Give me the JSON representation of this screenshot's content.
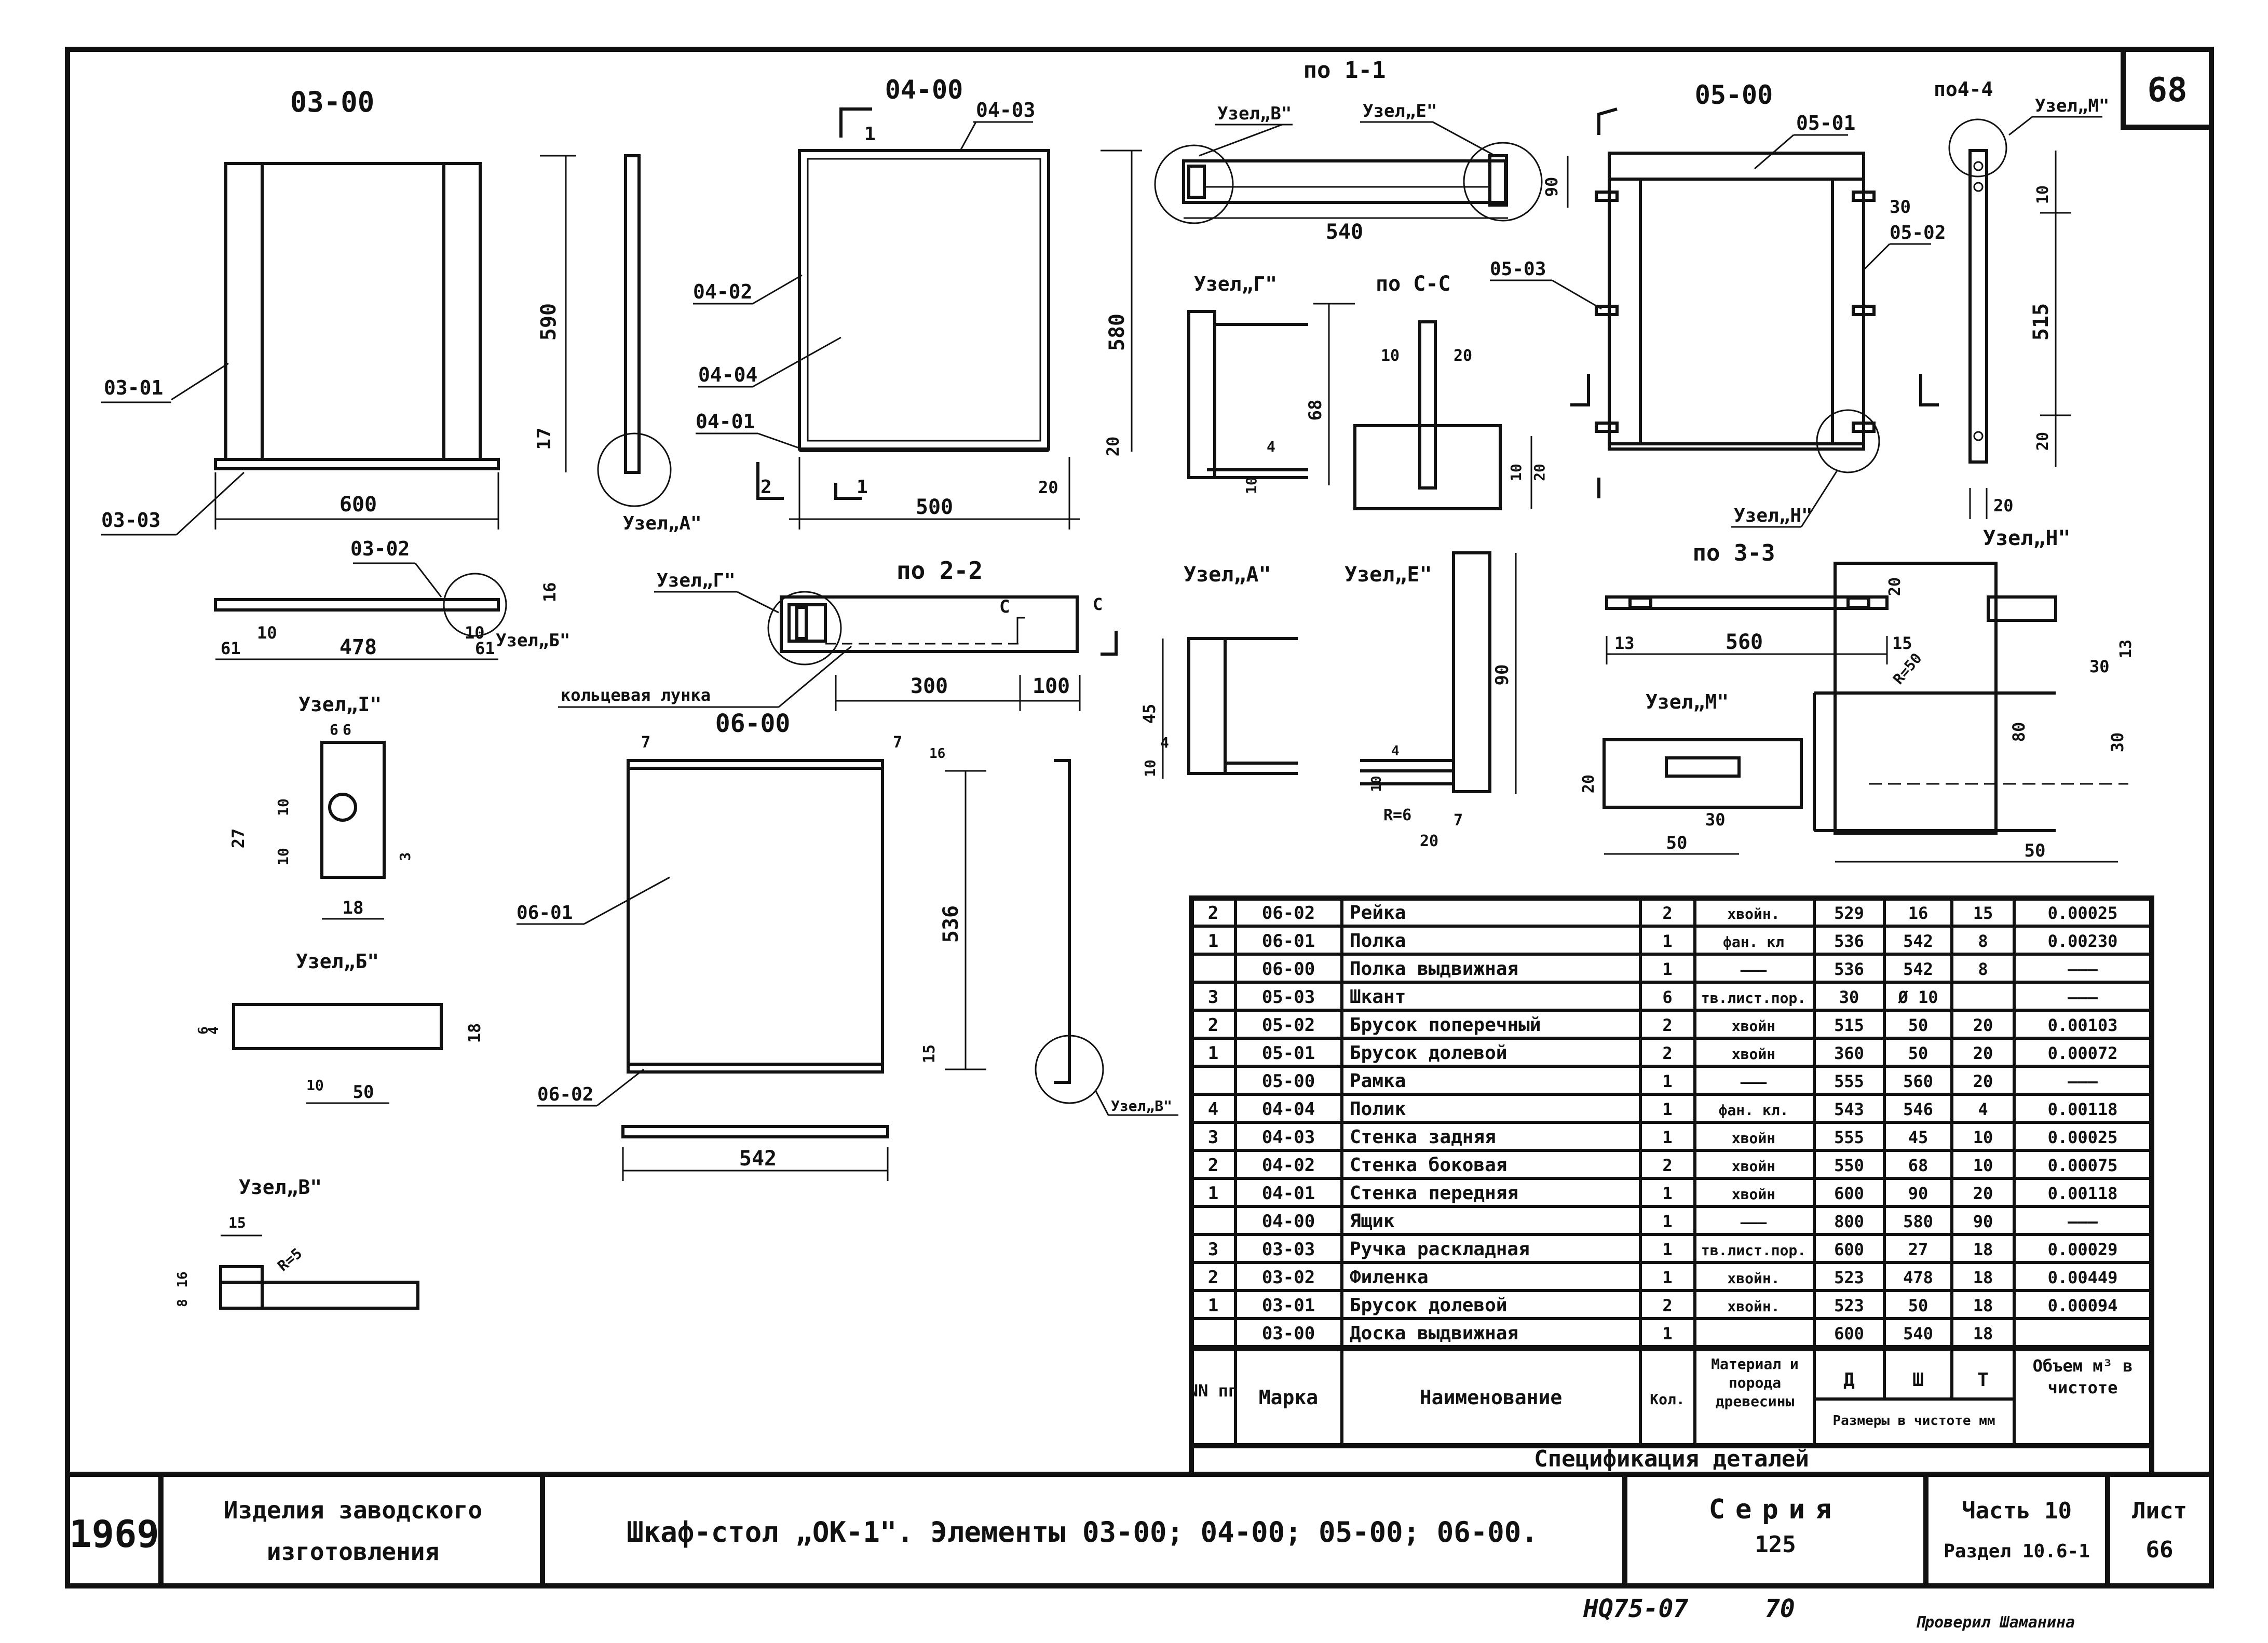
{
  "sheet_number": "68",
  "parts": {
    "p0300": {
      "title": "03-00",
      "l_0301": "03-01",
      "l_0303": "03-03",
      "l_0302": "03-02",
      "dim_width": "600",
      "dim_height": "590",
      "dim_17": "17",
      "dim_61a": "61",
      "dim_10a": "10",
      "dim_478": "478",
      "dim_10b": "10",
      "dim_61b": "61",
      "dim_16": "16",
      "uzel_a": "Узел„А\"",
      "uzel_b": "Узел„Б\""
    },
    "p0400": {
      "title": "04-00",
      "l_0403": "04-03",
      "l_0402": "04-02",
      "l_0404": "04-04",
      "l_0401": "04-01",
      "dim_width": "500",
      "dim_height": "580",
      "dim_20a": "20",
      "dim_20b": "20",
      "sec1": "1",
      "sec2": "2"
    },
    "s11": {
      "title": "по 1-1",
      "uzel_v": "Узел„В\"",
      "uzel_e": "Узел„Е\"",
      "dim_540": "540",
      "dim_90": "90"
    },
    "s22": {
      "title": "по 2-2",
      "uzel_g": "Узел„Г\"",
      "kolts": "кольцевая лунка",
      "dim_300": "300",
      "dim_100": "100",
      "c": "С"
    },
    "p0500": {
      "title": "05-00",
      "l_0501": "05-01",
      "l_0502": "05-02",
      "l_0503": "05-03",
      "dim_30": "30",
      "uzel_n": "Узел„Н\""
    },
    "s44": {
      "title": "по4-4",
      "uzel_m": "Узел„М\"",
      "dim_10": "10",
      "dim_515": "515",
      "dim_20": "20",
      "dim_20b": "20"
    },
    "uzelG": {
      "title": "Узел„Г\"",
      "dim_68": "68",
      "dim_10": "10",
      "dim_4": "4"
    },
    "scc": {
      "title": "по С-С",
      "dim_10": "10",
      "dim_20": "20",
      "dim_10b": "10",
      "dim_20b": "20"
    },
    "uzelA": {
      "title": "Узел„А\"",
      "dim_45": "45",
      "dim_10": "10",
      "dim_4": "4"
    },
    "uzelE": {
      "title": "Узел„Е\"",
      "dim_90": "90",
      "dim_10": "10",
      "dim_4": "4",
      "dim_r6": "R=6",
      "dim_20": "20",
      "dim_7": "7"
    },
    "s33": {
      "title": "по 3-3",
      "dim_13": "13",
      "dim_560": "560",
      "dim_15": "15"
    },
    "uzelM": {
      "title": "Узел„М\"",
      "dim_20": "20",
      "dim_30": "30",
      "dim_50": "50"
    },
    "uzelN": {
      "title": "Узел„Н\"",
      "dim_20": "20",
      "dim_13": "13",
      "dim_30": "30",
      "dim_80": "80",
      "dim_30b": "30",
      "dim_50": "50",
      "dim_r": "R=50"
    },
    "uzelI": {
      "title": "Узел„I\"",
      "dim_6": "6",
      "dim_6b": "6",
      "dim_10": "10",
      "dim_27": "27",
      "dim_10b": "10",
      "dim_3": "3",
      "dim_18": "18"
    },
    "uzelB": {
      "title": "Узел„Б\"",
      "dim_6": "6",
      "dim_4": "4",
      "dim_18": "18",
      "dim_10": "10",
      "dim_50": "50"
    },
    "uzelV": {
      "title": "Узел„В\"",
      "dim_15": "15",
      "dim_16": "16",
      "dim_8": "8",
      "dim_r": "R=5"
    },
    "p0600": {
      "title": "06-00",
      "l_0601": "06-01",
      "l_0602": "06-02",
      "dim_7a": "7",
      "dim_7b": "7",
      "dim_536": "536",
      "dim_15": "15",
      "dim_542": "542",
      "dim_16": "16",
      "uzel_v": "Узел„В\""
    }
  },
  "spec": {
    "title": "Спецификация деталей",
    "headers": {
      "nn": "NN пп",
      "marka": "Марка",
      "name": "Наименование",
      "kol": "Кол.",
      "mat": "Материал и порода древесины",
      "d": "Д",
      "sh": "Ш",
      "t": "Т",
      "dims": "Размеры в чистоте мм",
      "vol": "Объем м³ в чистоте"
    },
    "rows": [
      {
        "n": "2",
        "marka": "06-02",
        "name": "Рейка",
        "kol": "2",
        "mat": "хвойн.",
        "d": "529",
        "sh": "16",
        "t": "15",
        "vol": "0.00025"
      },
      {
        "n": "1",
        "marka": "06-01",
        "name": "Полка",
        "kol": "1",
        "mat": "фан. кл",
        "d": "536",
        "sh": "542",
        "t": "8",
        "vol": "0.00230"
      },
      {
        "n": "",
        "marka": "06-00",
        "name": "Полка выдвижная",
        "kol": "1",
        "mat": "———",
        "d": "536",
        "sh": "542",
        "t": "8",
        "vol": "———"
      },
      {
        "n": "3",
        "marka": "05-03",
        "name": "Шкант",
        "kol": "6",
        "mat": "тв.лист.пор.",
        "d": "30",
        "sh": "Ø 10",
        "t": "",
        "vol": "———"
      },
      {
        "n": "2",
        "marka": "05-02",
        "name": "Брусок поперечный",
        "kol": "2",
        "mat": "хвойн",
        "d": "515",
        "sh": "50",
        "t": "20",
        "vol": "0.00103"
      },
      {
        "n": "1",
        "marka": "05-01",
        "name": "Брусок долевой",
        "kol": "2",
        "mat": "хвойн",
        "d": "360",
        "sh": "50",
        "t": "20",
        "vol": "0.00072"
      },
      {
        "n": "",
        "marka": "05-00",
        "name": "Рамка",
        "kol": "1",
        "mat": "———",
        "d": "555",
        "sh": "560",
        "t": "20",
        "vol": "———"
      },
      {
        "n": "4",
        "marka": "04-04",
        "name": "Полик",
        "kol": "1",
        "mat": "фан. кл.",
        "d": "543",
        "sh": "546",
        "t": "4",
        "vol": "0.00118"
      },
      {
        "n": "3",
        "marka": "04-03",
        "name": "Стенка задняя",
        "kol": "1",
        "mat": "хвойн",
        "d": "555",
        "sh": "45",
        "t": "10",
        "vol": "0.00025"
      },
      {
        "n": "2",
        "marka": "04-02",
        "name": "Стенка боковая",
        "kol": "2",
        "mat": "хвойн",
        "d": "550",
        "sh": "68",
        "t": "10",
        "vol": "0.00075"
      },
      {
        "n": "1",
        "marka": "04-01",
        "name": "Стенка передняя",
        "kol": "1",
        "mat": "хвойн",
        "d": "600",
        "sh": "90",
        "t": "20",
        "vol": "0.00118"
      },
      {
        "n": "",
        "marka": "04-00",
        "name": "Ящик",
        "kol": "1",
        "mat": "———",
        "d": "800",
        "sh": "580",
        "t": "90",
        "vol": "———"
      },
      {
        "n": "3",
        "marka": "03-03",
        "name": "Ручка раскладная",
        "kol": "1",
        "mat": "тв.лист.пор.",
        "d": "600",
        "sh": "27",
        "t": "18",
        "vol": "0.00029"
      },
      {
        "n": "2",
        "marka": "03-02",
        "name": "Филенка",
        "kol": "1",
        "mat": "хвойн.",
        "d": "523",
        "sh": "478",
        "t": "18",
        "vol": "0.00449"
      },
      {
        "n": "1",
        "marka": "03-01",
        "name": "Брусок долевой",
        "kol": "2",
        "mat": "хвойн.",
        "d": "523",
        "sh": "50",
        "t": "18",
        "vol": "0.00094"
      },
      {
        "n": "",
        "marka": "03-00",
        "name": "Доска выдвижная",
        "kol": "1",
        "mat": "",
        "d": "600",
        "sh": "540",
        "t": "18",
        "vol": ""
      }
    ]
  },
  "titleblock": {
    "year": "1969",
    "org": "Изделия заводского",
    "org2": "изготовления",
    "title": "Шкаф-стол „ОК-1\". Элементы 03-00; 04-00; 05-00; 06-00.",
    "series_label": "Серия",
    "series_num": "125",
    "part": "Часть 10",
    "section": "Раздел 10.6-1",
    "sheet_label": "Лист",
    "sheet": "66"
  },
  "footer": {
    "code": "HQ75-07",
    "num": "70",
    "checked": "Проверил Шаманина"
  }
}
